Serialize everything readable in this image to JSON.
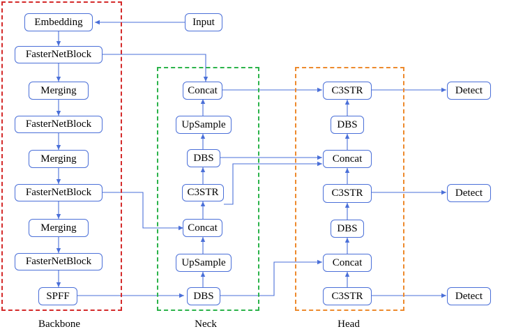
{
  "regions": {
    "backbone": {
      "label": "Backbone",
      "color": "#d42a2a"
    },
    "neck": {
      "label": "Neck",
      "color": "#2bb34a"
    },
    "head": {
      "label": "Head",
      "color": "#ed8a2d"
    }
  },
  "nodes": {
    "input": "Input",
    "embedding": "Embedding",
    "bb_fnb1": "FasterNetBlock",
    "bb_merging1": "Merging",
    "bb_fnb2": "FasterNetBlock",
    "bb_merging2": "Merging",
    "bb_fnb3": "FasterNetBlock",
    "bb_merging3": "Merging",
    "bb_fnb4": "FasterNetBlock",
    "bb_spff": "SPFF",
    "nk_concat1": "Concat",
    "nk_upsample1": "UpSample",
    "nk_dbs1": "DBS",
    "nk_c3str": "C3STR",
    "nk_concat2": "Concat",
    "nk_upsample2": "UpSample",
    "nk_dbs2": "DBS",
    "hd_c3str1": "C3STR",
    "hd_dbs1": "DBS",
    "hd_concat1": "Concat",
    "hd_c3str2": "C3STR",
    "hd_dbs2": "DBS",
    "hd_concat2": "Concat",
    "hd_c3str3": "C3STR",
    "detect1": "Detect",
    "detect2": "Detect",
    "detect3": "Detect"
  },
  "colors": {
    "arrow": "#4a6fd8",
    "node_border": "#4a6fd8"
  }
}
